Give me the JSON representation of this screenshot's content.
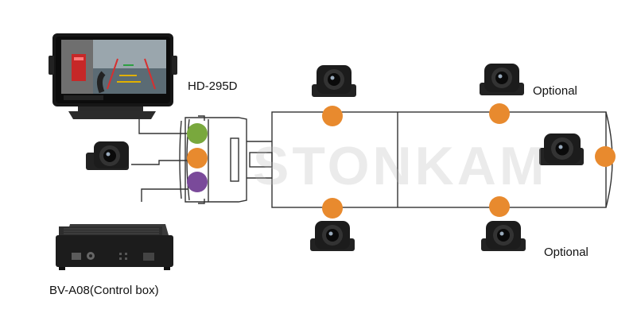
{
  "labels": {
    "monitor_model": "HD-295D",
    "control_box": "BV-A08(Control box)",
    "optional_top": "Optional",
    "optional_bottom": "Optional"
  },
  "watermark": "STONKAM",
  "colors": {
    "camera_dot": "#e88a2e",
    "channel_green": "#79a83d",
    "channel_orange": "#e88a2e",
    "channel_purple": "#7a4a9a",
    "line": "#333333",
    "device_body": "#1c1c1c"
  },
  "icons": [
    "monitor-icon",
    "dvr-control-box-icon",
    "camera-icon"
  ]
}
